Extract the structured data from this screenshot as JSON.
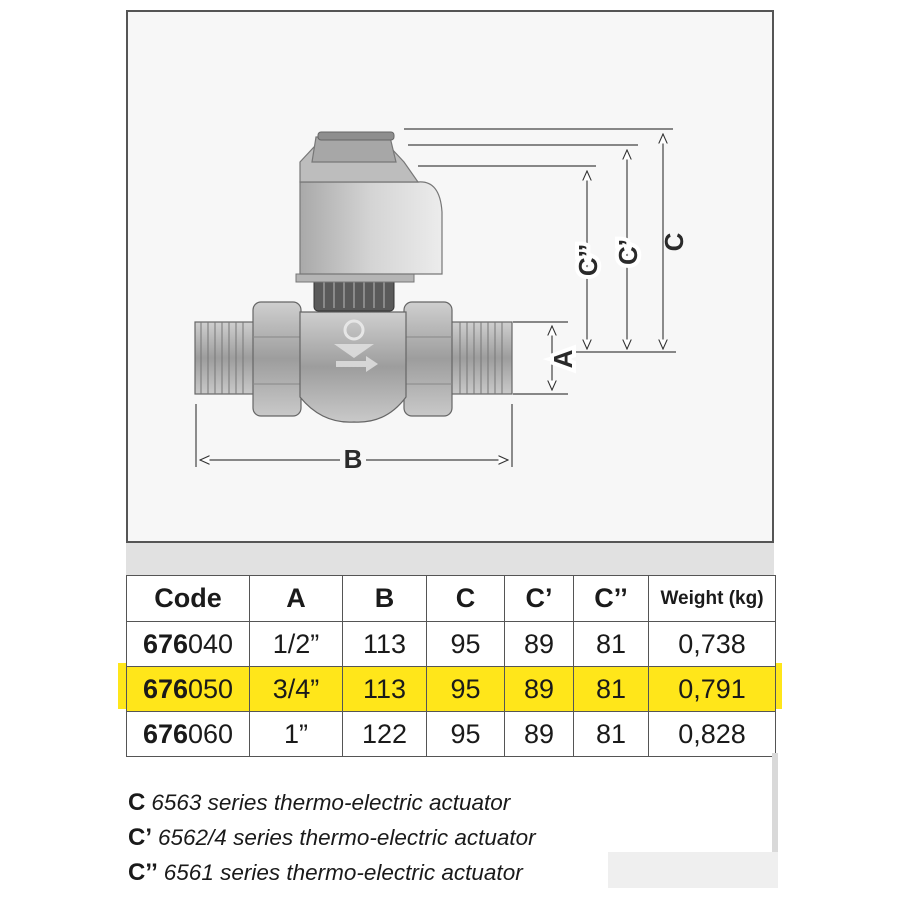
{
  "drawing": {
    "dim_labels": {
      "a": "A",
      "b": "B",
      "c": "C",
      "c_prime": "C’",
      "c_double_prime": "C’’"
    }
  },
  "table": {
    "headers": [
      "Code",
      "A",
      "B",
      "C",
      "C’",
      "C’’",
      "Weight (kg)"
    ],
    "rows": [
      {
        "code_prefix": "676",
        "code_suffix": "040",
        "a": "1/2”",
        "b": "113",
        "c": "95",
        "c_prime": "89",
        "c_double_prime": "81",
        "weight": "0,738"
      },
      {
        "code_prefix": "676",
        "code_suffix": "050",
        "a": "3/4”",
        "b": "113",
        "c": "95",
        "c_prime": "89",
        "c_double_prime": "81",
        "weight": "0,791"
      },
      {
        "code_prefix": "676",
        "code_suffix": "060",
        "a": "1”",
        "b": "122",
        "c": "95",
        "c_prime": "89",
        "c_double_prime": "81",
        "weight": "0,828"
      }
    ],
    "highlight_color": "#ffe61a"
  },
  "legend": [
    {
      "key": "C",
      "text": "6563 series thermo-electric actuator"
    },
    {
      "key": "C’",
      "text": "6562/4 series thermo-electric actuator"
    },
    {
      "key": "C’’",
      "text": "6561 series thermo-electric actuator"
    }
  ]
}
